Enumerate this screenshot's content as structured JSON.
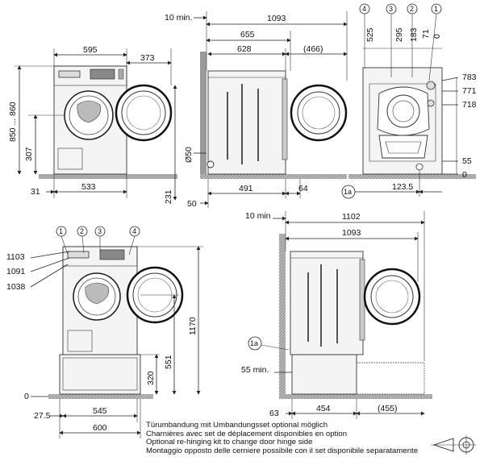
{
  "front_top": {
    "dims": {
      "width": "595",
      "door_open": "373",
      "height_range": "850 ... 860",
      "mid_height": "307",
      "offset_left": "31",
      "base_width": "533",
      "base_height": "231"
    }
  },
  "side_top": {
    "dims": {
      "wall_gap": "10 min.",
      "total_depth": "1093",
      "depth_655": "655",
      "depth_628": "628",
      "depth_466": "(466)",
      "pipe_dia": "Ø50",
      "gap_50": "50",
      "depth_491": "491",
      "depth_64": "64"
    }
  },
  "rear": {
    "callouts": [
      "4",
      "3",
      "2",
      "1"
    ],
    "top_dims": [
      "525",
      "295",
      "183",
      "71",
      "0"
    ],
    "right_dims": [
      "783",
      "771",
      "718",
      "55",
      "0"
    ],
    "bottom_dim": "123.5",
    "callout_1a": "1a"
  },
  "front_bottom": {
    "callouts": [
      "1",
      "2",
      "3",
      "4"
    ],
    "left_dims": [
      "1103",
      "1091",
      "1038",
      "0"
    ],
    "right_dims": [
      "1170",
      "551",
      "320"
    ],
    "bottom_dims": [
      "27.5",
      "545",
      "600"
    ]
  },
  "side_bottom": {
    "dims": {
      "wall_gap": "10 min",
      "total_1102": "1102",
      "total_1093": "1093",
      "callout": "1a",
      "min_55": "55 min.",
      "d63": "63",
      "d454": "454",
      "d455": "(455)"
    }
  },
  "notes": [
    "Türumbandung mit Umbandungsset optional möglich",
    "Charnières avec set de déplacement disponibles en option",
    "Optional re-hinging kit to change door hinge side",
    "Montaggio opposto delle cerniere possibile con il set disponibile separatamente"
  ],
  "symbols": [
    "projection-cone-icon",
    "crosshair-circle-icon"
  ]
}
